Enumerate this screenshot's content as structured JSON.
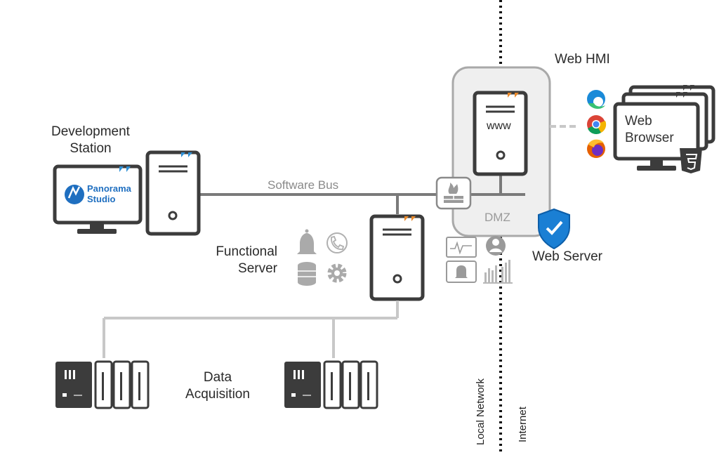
{
  "labels": {
    "development_station": [
      "Development",
      "Station"
    ],
    "software_bus": "Software Bus",
    "functional_server": [
      "Functional",
      "Server"
    ],
    "data_acquisition": [
      "Data",
      "Acquisition"
    ],
    "web_hmi": "Web HMI",
    "dmz": "DMZ",
    "web_server": "Web Server",
    "web_browser": [
      "Web",
      "Browser"
    ],
    "www": "www",
    "local_network": "Local Network",
    "internet": "Internet",
    "panorama_logo": [
      "Panorama",
      "Studio"
    ],
    "html5_badge": "HTML"
  },
  "colors": {
    "device_outline": "#3c3c3c",
    "accent_blue": "#2d8fd5",
    "accent_orange": "#e8892b",
    "bus_line": "#7a7a7a",
    "connector_gray": "#c8c8c8",
    "dmz_fill": "#efefef",
    "icon_gray": "#aaaaaa",
    "shield_blue": "#1a7fd4"
  },
  "icons": [
    "bell-icon",
    "phone-icon",
    "database-icon",
    "gear-icon",
    "firewall-icon",
    "monitor-chart-icon",
    "user-icon",
    "alarm-icon",
    "bar-chart-icon",
    "shield-check-icon",
    "edge-icon",
    "chrome-icon",
    "firefox-icon",
    "html5-icon"
  ]
}
